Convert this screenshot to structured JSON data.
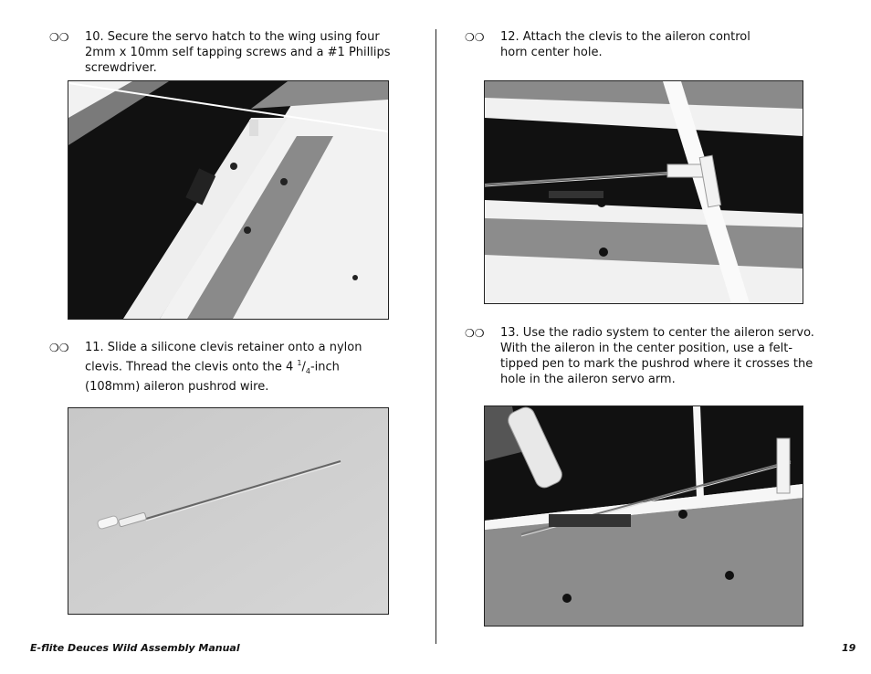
{
  "step10": {
    "checks": "❍❍",
    "text": "10. Secure the servo hatch to the wing using four 2mm x 10mm self tapping screws and a #1 Phillips screwdriver."
  },
  "step11": {
    "checks": "❍❍",
    "text_before": "11. Slide a silicone clevis retainer onto a nylon clevis. Thread the clevis onto the 4 ",
    "frac_num": "1",
    "frac_den": "4",
    "text_after": "-inch (108mm) aileron pushrod wire."
  },
  "step12": {
    "checks": "❍❍",
    "text": "12. Attach the clevis to the aileron control horn center hole."
  },
  "step13": {
    "checks": "❍❍",
    "text": "13. Use the radio system to center the aileron servo. With the aileron in the center position, use a felt-tipped pen to mark the pushrod where it crosses the hole in the aileron servo arm."
  },
  "footer": {
    "manual_title": "E-flite Deuces Wild Assembly Manual",
    "page_number": "19"
  }
}
